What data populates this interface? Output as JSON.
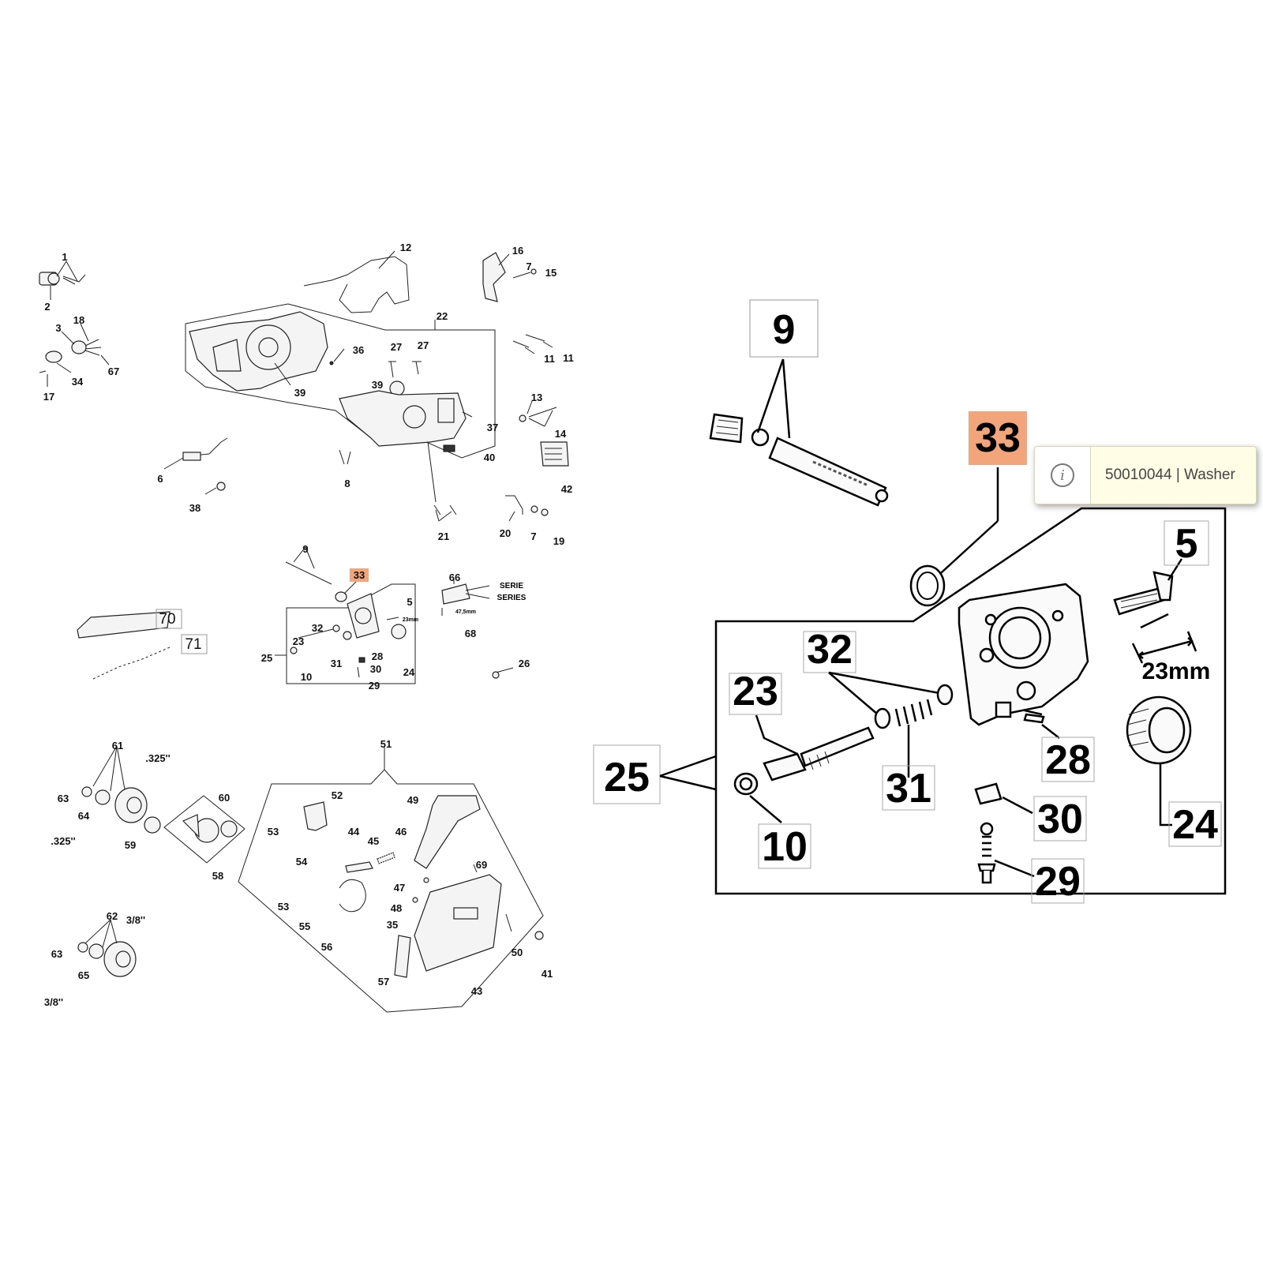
{
  "overview": {
    "labels": [
      "1",
      "2",
      "3",
      "18",
      "67",
      "34",
      "17",
      "12",
      "16",
      "7",
      "15",
      "22",
      "36",
      "27",
      "27",
      "39",
      "39",
      "11",
      "11",
      "13",
      "14",
      "37",
      "40",
      "42",
      "6",
      "8",
      "38",
      "21",
      "20",
      "7",
      "19",
      "9",
      "33",
      "66",
      "68",
      "5",
      "32",
      "23",
      "25",
      "31",
      "28",
      "10",
      "30",
      "29",
      "24",
      "26",
      "70",
      "71",
      "61",
      ".325''",
      "63",
      "64",
      ".325''",
      "59",
      "60",
      "58",
      "62",
      "3/8''",
      "63",
      "65",
      "3/8''",
      "51",
      "52",
      "49",
      "53",
      "54",
      "44",
      "45",
      "46",
      "69",
      "53",
      "55",
      "56",
      "47",
      "48",
      "35",
      "50",
      "57",
      "43",
      "41"
    ],
    "series_notes": [
      "SERIE",
      "SERIES",
      "47,5mm",
      "23mm"
    ],
    "highlighted_label": "33"
  },
  "detail": {
    "labels": [
      "9",
      "33",
      "5",
      "23mm",
      "32",
      "23",
      "25",
      "31",
      "28",
      "10",
      "30",
      "29",
      "24"
    ],
    "highlighted_label": "33"
  },
  "tooltip": {
    "icon": "info-icon",
    "text": "50010044 | Washer"
  },
  "colors": {
    "highlight": "#f2a57a",
    "highlight_text": "#8a3a10",
    "tooltip_bg": "#fffde6"
  }
}
